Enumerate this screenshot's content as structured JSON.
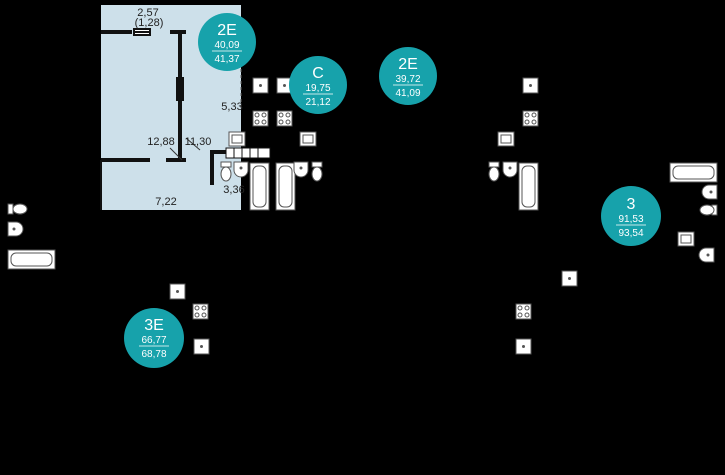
{
  "colors": {
    "background": "#000000",
    "apartment_fill": "#cde0ea",
    "badge": "#17a2ab",
    "walls": "#111111",
    "fixture_stroke": "#555555"
  },
  "selected_apartment": {
    "balcony_area": "2,57",
    "balcony_area_reduced": "(1,28)",
    "room_areas": [
      "12,88",
      "11,30",
      "5,33",
      "3,36",
      "7,22"
    ]
  },
  "badges": [
    {
      "type": "2E",
      "living_area": "40,09",
      "total_area": "41,37"
    },
    {
      "type": "С",
      "living_area": "19,75",
      "total_area": "21,12"
    },
    {
      "type": "2E",
      "living_area": "39,72",
      "total_area": "41,09"
    },
    {
      "type": "3",
      "living_area": "91,53",
      "total_area": "93,54"
    },
    {
      "type": "3E",
      "living_area": "66,77",
      "total_area": "68,78"
    }
  ]
}
